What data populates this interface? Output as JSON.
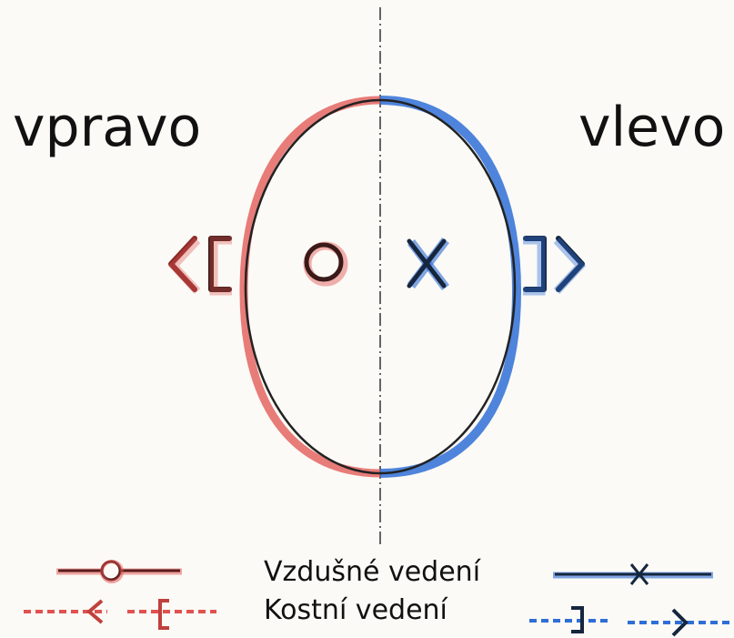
{
  "labels": {
    "right_side": "vpravo",
    "left_side": "vlevo"
  },
  "legend": {
    "air_conduction": "Vzdušné vedení",
    "bone_conduction": "Kostní vedení"
  },
  "symbols": {
    "right_air": "O",
    "left_air": "X",
    "right_bone_masked": "[",
    "right_bone_unmasked": "<",
    "left_bone_masked": "]",
    "left_bone_unmasked": ">"
  },
  "colors": {
    "right_ear": "#e0524f",
    "left_ear": "#2f6ed6",
    "outline": "#222222",
    "background": "#fbfaf6"
  },
  "icons": [
    "head-outline",
    "midline",
    "circle-symbol",
    "x-symbol",
    "bracket-symbol",
    "angle-symbol"
  ]
}
